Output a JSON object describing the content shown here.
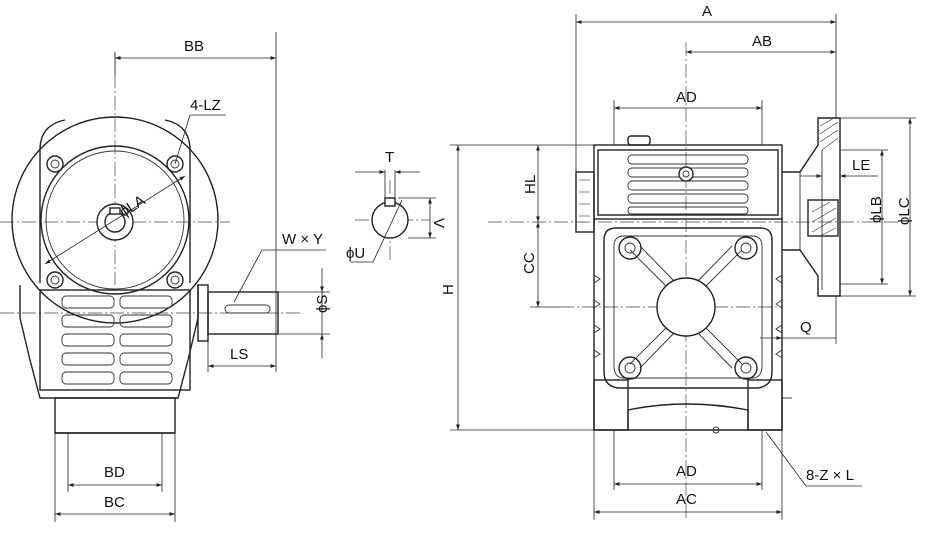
{
  "labels": {
    "bb": "BB",
    "lz": "4-LZ",
    "la": "ϕLA",
    "wy": "W × Y",
    "s": "ϕS",
    "ls": "LS",
    "bd": "BD",
    "bc": "BC",
    "t": "T",
    "v": "V",
    "u": "ϕU",
    "a": "A",
    "ab": "AB",
    "ad_top": "AD",
    "hl": "HL",
    "cc": "CC",
    "h": "H",
    "le": "LE",
    "lb": "ϕLB",
    "lc": "ϕLC",
    "q": "Q",
    "ad_bottom": "AD",
    "ac": "AC",
    "zl": "8-Z × L"
  }
}
